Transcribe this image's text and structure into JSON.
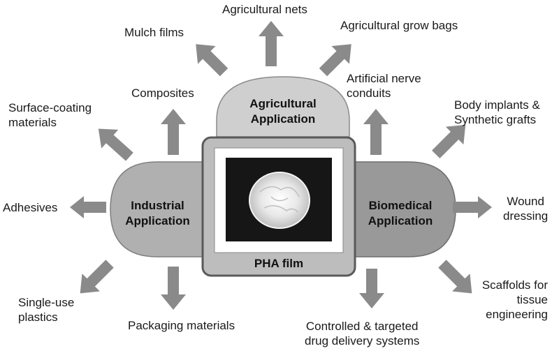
{
  "center": {
    "label": "PHA film"
  },
  "hubs": {
    "agricultural": "Agricultural\nApplication",
    "industrial": "Industrial\nApplication",
    "biomedical": "Biomedical\nApplication"
  },
  "applications": {
    "agricultural_nets": "Agricultural nets",
    "mulch_films": "Mulch films",
    "agricultural_grow_bags": "Agricultural grow bags",
    "composites": "Composites",
    "surface_coating": "Surface-coating\nmaterials",
    "adhesives": "Adhesives",
    "single_use": "Single-use\nplastics",
    "packaging": "Packaging materials",
    "nerve_conduits": "Artificial nerve\nconduits",
    "body_implants": "Body implants &\nSynthetic grafts",
    "wound_dressing": "Wound\ndressing",
    "scaffolds": "Scaffolds for\ntissue\nengineering",
    "drug_delivery": "Controlled & targeted\ndrug delivery systems"
  },
  "colors": {
    "agri_fill": "#cfcfcf",
    "ind_fill": "#b0b0b0",
    "bio_fill": "#999999",
    "arrow": "#8a8a8a",
    "center_frame": "#5a5a5a"
  }
}
